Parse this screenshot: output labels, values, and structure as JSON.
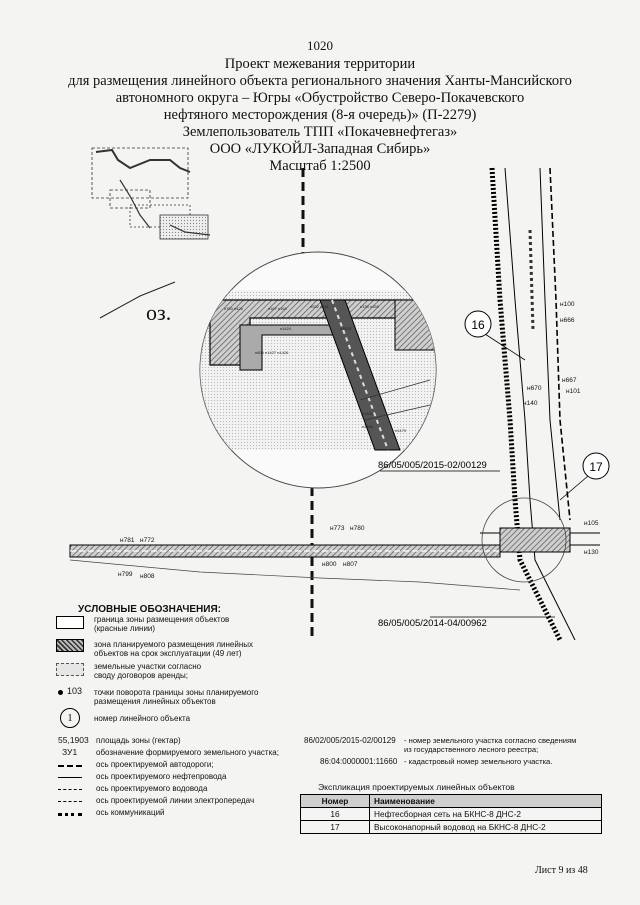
{
  "page_number": "1020",
  "header": {
    "lines": [
      "Проект межевания территории",
      "для размещения линейного объекта регионального значения Ханты-Мансийского",
      "автономного округа – Югры «Обустройство Северо-Покачевского",
      "нефтяного месторождения (8-я очередь)» (П-2279)",
      "Землепользователь ТПП «Покачевнефтегаз»",
      "ООО «ЛУКОЙЛ-Западная Сибирь»",
      "Масштаб 1:2500"
    ]
  },
  "map": {
    "lake_label": "оз.",
    "cadastral_upper": "86/05/005/2015-02/00129",
    "cadastral_lower": "86/05/005/2014-04/00962",
    "object_numbers": [
      "16",
      "17"
    ],
    "points_left": [
      "н781",
      "н772",
      "н799",
      "н808"
    ],
    "points_mid": [
      "н773",
      "н780",
      "н800",
      "н807"
    ],
    "points_right": [
      "н100",
      "н666",
      "н667",
      "н101",
      "н670",
      "н140",
      "н105",
      "н130"
    ]
  },
  "legend": {
    "title": "УСЛОВНЫЕ ОБОЗНАЧЕНИЯ:",
    "items": [
      {
        "text": "граница зоны размещения объектов\n(красные линии)"
      },
      {
        "text": "зона планируемого размещения линейных\nобъектов на срок эксплуатации (49 лет)"
      },
      {
        "text": "земельные участки согласно\nсводу договоров аренды;"
      },
      {
        "symbol": "103",
        "text": "точки поворота границы зоны планируемого\nразмещения линейных объектов"
      },
      {
        "symbol": "1",
        "text": "номер линейного объекта"
      },
      {
        "symbol": "55,1903",
        "text": "площадь зоны (гектар)"
      },
      {
        "symbol": "ЗУ1",
        "text": "обозначение формируемого земельного участка;"
      },
      {
        "text": "ось проектируемой автодороги;"
      },
      {
        "text": "ось проектируемого нефтепровода"
      },
      {
        "text": "ось проектируемого водовода"
      },
      {
        "text": "ось проектируемой линии электропередач"
      },
      {
        "text": "ось коммуникаций"
      }
    ],
    "cadastral_notes": [
      {
        "code": "86/02/005/2015-02/00129",
        "text": "- номер земельного участка согласно сведениям\nиз государственного лесного реестра;"
      },
      {
        "code": "86:04:0000001:11660",
        "text": "- кадастровый номер земельного участка."
      }
    ]
  },
  "explication": {
    "title": "Экспликация проектируемых линейных объектов",
    "headers": [
      "Номер",
      "Наименование"
    ],
    "rows": [
      [
        "16",
        "Нефтесборная сеть на БКНС-8 ДНС-2"
      ],
      [
        "17",
        "Высоконапорный водовод на БКНС-8 ДНС-2"
      ]
    ]
  },
  "footer": "Лист 9 из 48"
}
